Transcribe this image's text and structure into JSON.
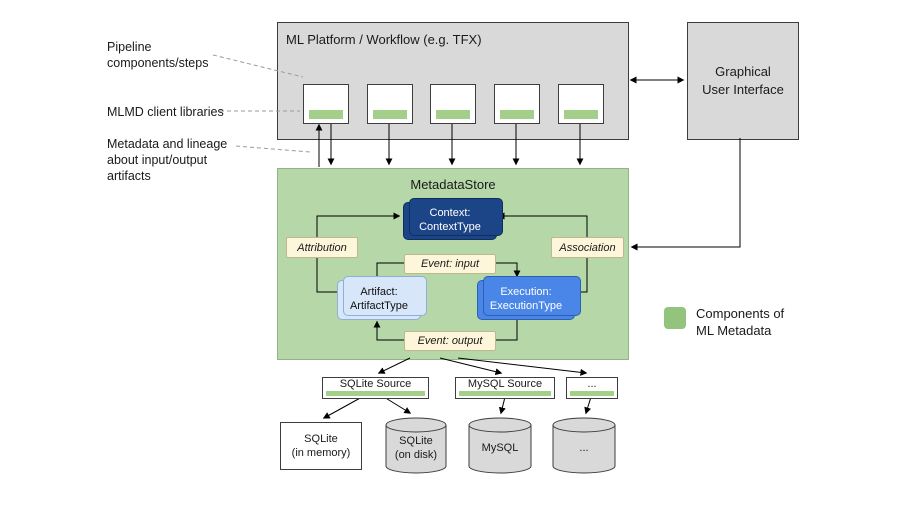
{
  "annotations": {
    "pipeline_label": "Pipeline\ncomponents/steps",
    "client_libs_label": "MLMD client libraries",
    "metadata_label": "Metadata and lineage\nabout input/output\nartifacts"
  },
  "platform": {
    "title": "ML Platform / Workflow (e.g. TFX)",
    "component_count": 5
  },
  "gui": {
    "title": "Graphical\nUser Interface"
  },
  "store": {
    "title": "MetadataStore",
    "context": "Context:\nContextType",
    "attribution": "Attribution",
    "association": "Association",
    "event_input": "Event: input",
    "artifact": "Artifact:\nArtifactType",
    "execution": "Execution:\nExecutionType",
    "event_output": "Event: output"
  },
  "sources": [
    {
      "label": "SQLite Source"
    },
    {
      "label": "MySQL Source"
    },
    {
      "label": "..."
    }
  ],
  "databases": [
    {
      "label": "SQLite\n(in memory)",
      "shape": "box"
    },
    {
      "label": "SQLite\n(on disk)",
      "shape": "cylinder"
    },
    {
      "label": "MySQL",
      "shape": "cylinder"
    },
    {
      "label": "...",
      "shape": "cylinder"
    }
  ],
  "legend": {
    "label": "Components of\nML Metadata",
    "swatch_color": "#93c47d"
  },
  "colors": {
    "gray_box": "#d9d9d9",
    "store_green": "#b6d7a8",
    "strip_green": "#a3cf8b",
    "context_blue": "#1c4587",
    "execution_blue": "#4a86e8",
    "artifact_blue": "#d7e6f8",
    "event_yellow": "#fdf6da"
  }
}
